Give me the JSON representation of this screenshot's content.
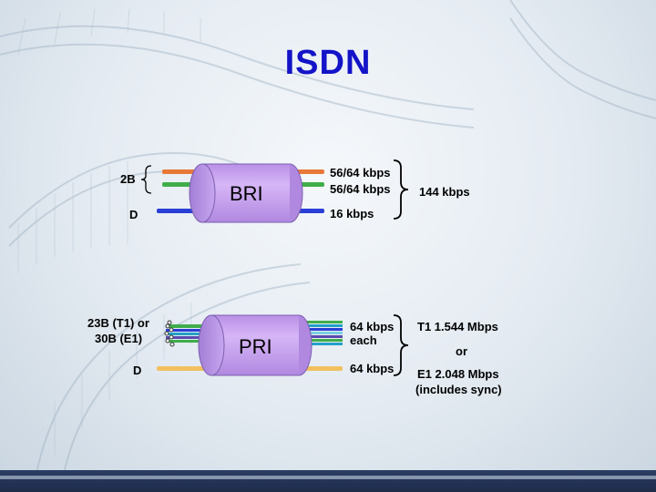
{
  "title": "ISDN",
  "bri": {
    "label": "BRI",
    "left_b_label": "2B",
    "left_d_label": "D",
    "right_b1": "56/64 kbps",
    "right_b2": "56/64 kbps",
    "right_d": "16 kbps",
    "total": "144 kbps"
  },
  "pri": {
    "label": "PRI",
    "left_b_label_line1": "23B (T1) or",
    "left_b_label_line2": "30B (E1)",
    "left_d_label": "D",
    "right_b_line1": "64 kbps",
    "right_b_line2": "each",
    "right_d": "64 kbps",
    "t1_total": "T1 1.544 Mbps",
    "or": "or",
    "e1_total": "E1 2.048 Mbps",
    "e1_note": "(includes sync)"
  },
  "colors": {
    "title": "#1313c8",
    "cylinder": "#c79cf0",
    "wire_orange": "#e87838",
    "wire_green": "#3fae4a",
    "wire_blue": "#2a3fd6",
    "wire_yellow": "#f2c060"
  }
}
